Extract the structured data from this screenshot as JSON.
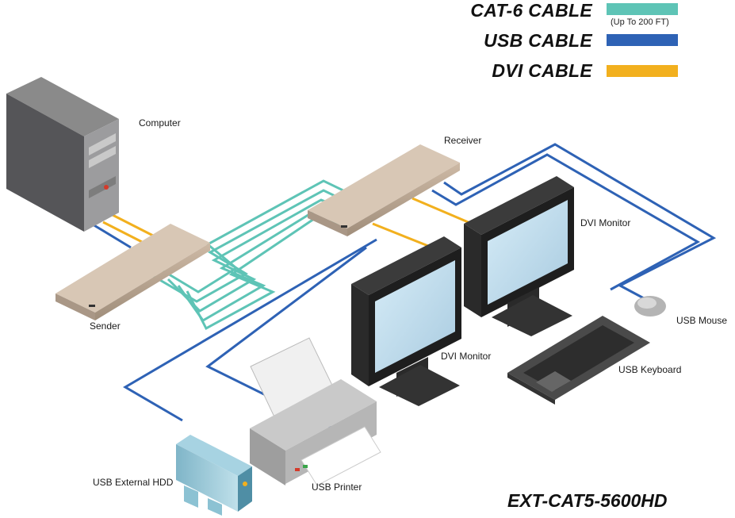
{
  "legend": {
    "cat6": {
      "label": "CAT-6 CABLE",
      "note": "(Up To 200 FT)",
      "color": "#5ec4b6"
    },
    "usb": {
      "label": "USB CABLE",
      "color": "#2e62b5"
    },
    "dvi": {
      "label": "DVI CABLE",
      "color": "#f2b01e"
    }
  },
  "labels": {
    "computer": "Computer",
    "sender": "Sender",
    "receiver": "Receiver",
    "dvi_monitor_1": "DVI Monitor",
    "dvi_monitor_2": "DVI Monitor",
    "usb_mouse": "USB Mouse",
    "usb_keyboard": "USB Keyboard",
    "usb_printer": "USB Printer",
    "usb_hdd": "USB External HDD"
  },
  "model": "EXT-CAT5-5600HD"
}
